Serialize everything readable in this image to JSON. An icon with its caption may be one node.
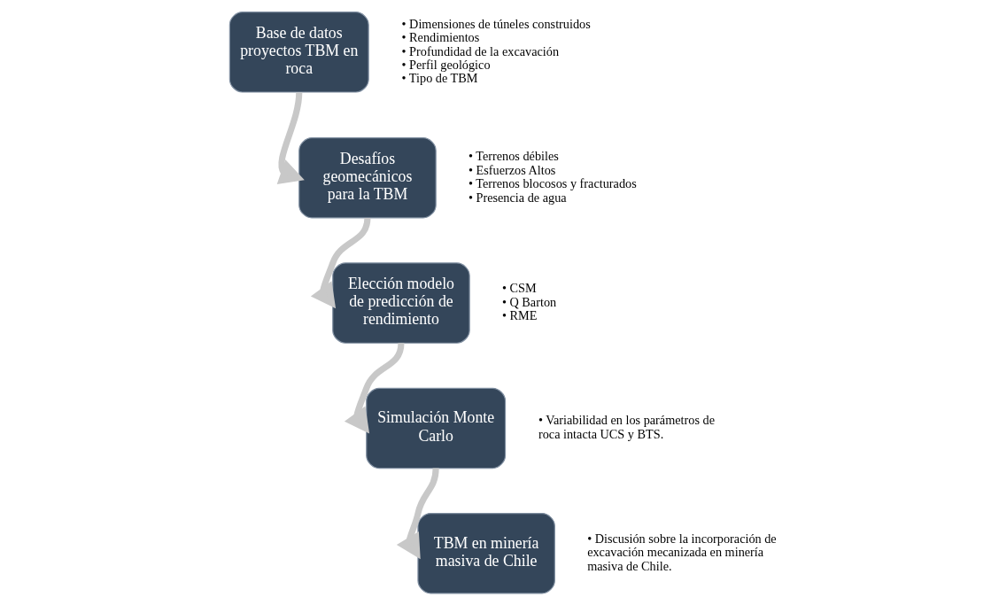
{
  "diagram": {
    "nodes": [
      {
        "text": [
          "Base de datos proyectos TBM en roca"
        ],
        "beside": [
          "• Dimensiones de túneles construidos",
          "• Rendimientos",
          "• Profundidad de la excavación",
          "• Perfil geológico",
          "• Tipo de TBM"
        ]
      },
      {
        "text": [
          "Desafíos geomecánicos para la TBM"
        ],
        "beside": [
          "• Terrenos débiles",
          "• Esfuerzos Altos",
          "• Terrenos blocosos y fracturados",
          "• Presencia de agua"
        ]
      },
      {
        "text": [
          "Elección modelo de predicción de rendimiento"
        ],
        "beside": [
          "• CSM",
          "• Q Barton",
          "• RME"
        ]
      },
      {
        "text": [
          "Simulación Monte Carlo"
        ],
        "beside": [
          "• Variabilidad en los parámetros de roca intacta UCS y BTS."
        ]
      },
      {
        "text": [
          "TBM en minería masiva de Chile"
        ],
        "beside": [
          "• Discusión sobre la incorporación de excavación mecanizada en minería masiva de Chile."
        ]
      }
    ],
    "edges": [
      {
        "from": 0,
        "to": 1,
        "arrow": "to"
      },
      {
        "from": 1,
        "to": 2,
        "arrow": "to"
      },
      {
        "from": 2,
        "to": 3,
        "arrow": "to"
      },
      {
        "from": 3,
        "to": 4,
        "arrow": "to"
      }
    ]
  }
}
